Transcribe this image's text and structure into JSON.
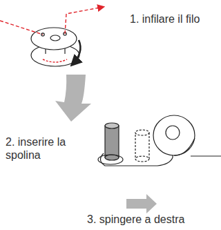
{
  "diagram": {
    "labels": [
      "1. infilare il filo",
      "2. inserire la spolina",
      "3. spingere a destra"
    ]
  }
}
